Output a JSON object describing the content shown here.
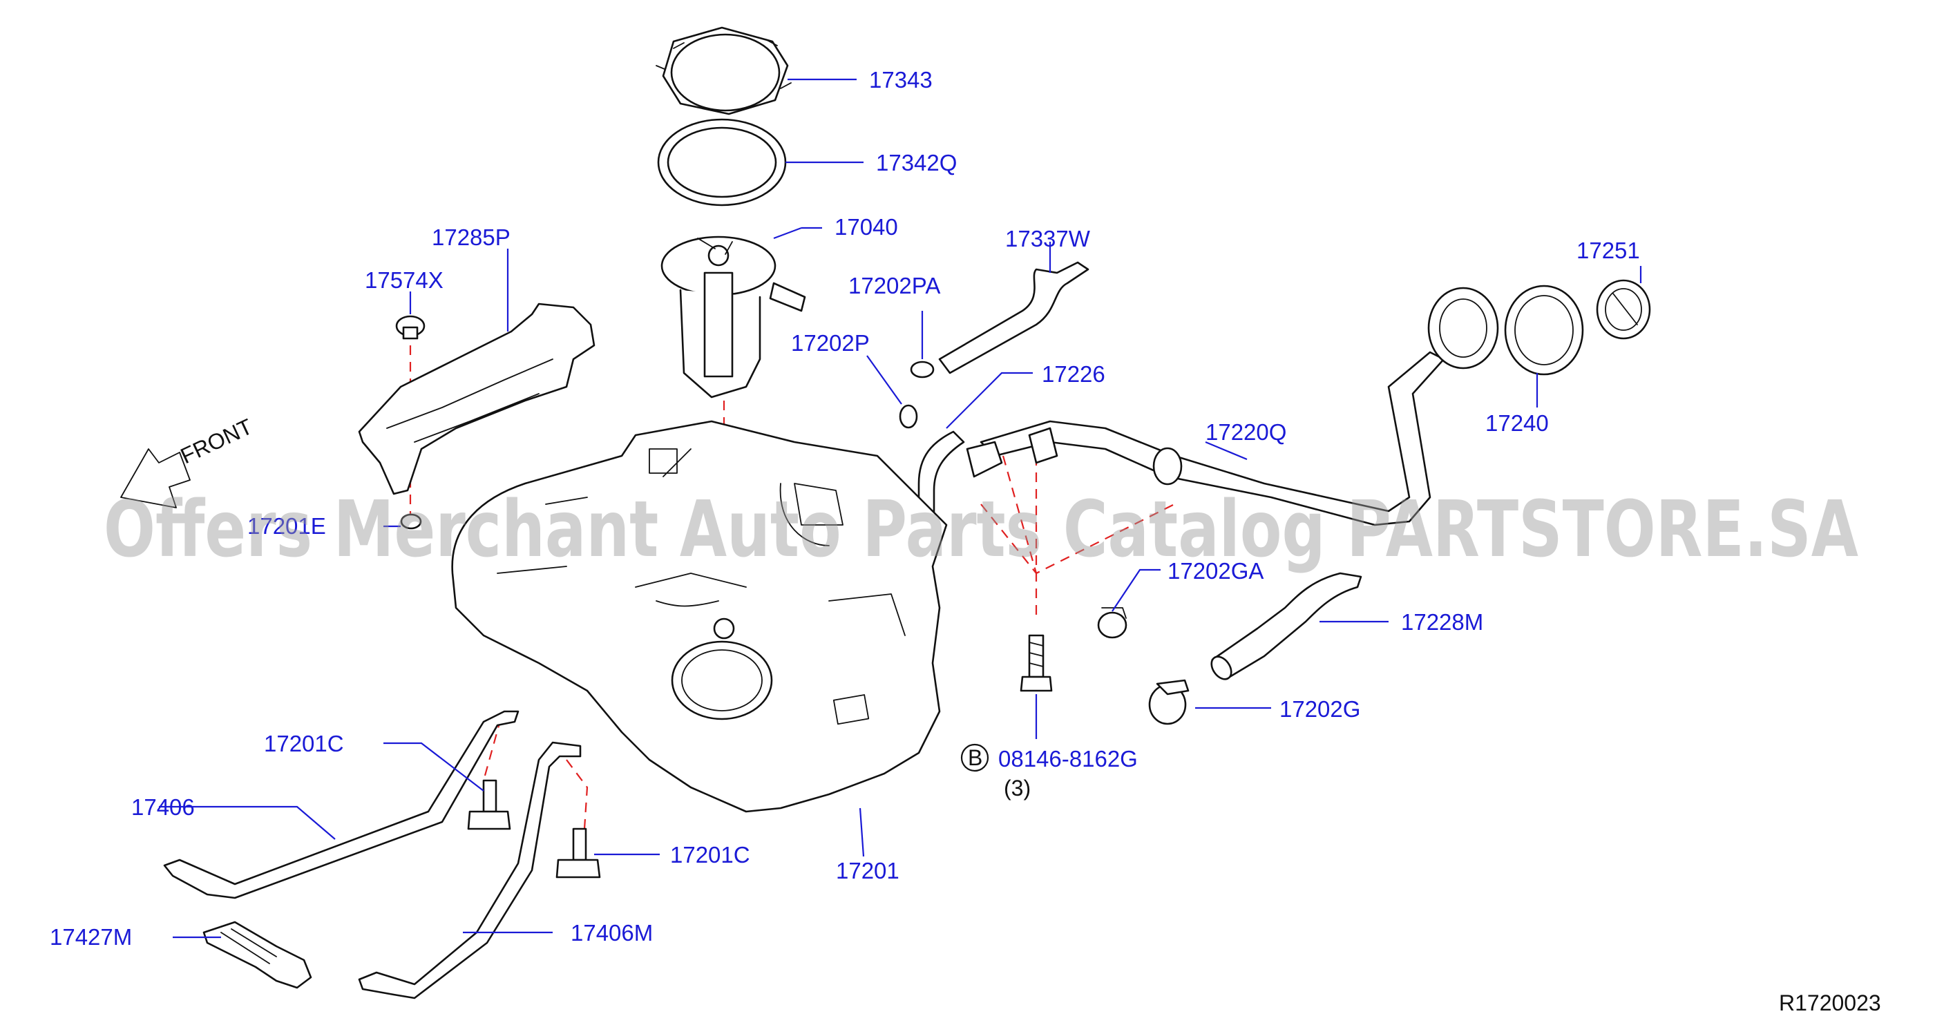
{
  "diagram": {
    "labels": {
      "p17343": "17343",
      "p17342q": "17342Q",
      "p17040": "17040",
      "p17337w": "17337W",
      "p17285p": "17285P",
      "p17574x": "17574X",
      "p17202pa": "17202PA",
      "p17202p": "17202P",
      "p17226": "17226",
      "p17251": "17251",
      "p17240": "17240",
      "p17220q": "17220Q",
      "p17201e": "17201E",
      "p17202ga": "17202GA",
      "p17228m": "17228M",
      "p17202g": "17202G",
      "p08146": "08146-8162G",
      "p08146_qty": "(3)",
      "bolt_marker": "B",
      "p17201c_a": "17201C",
      "p17406": "17406",
      "p17201c_b": "17201C",
      "p17201": "17201",
      "p17427m": "17427M",
      "p17406m": "17406M",
      "front": "FRONT",
      "ref_code": "R1720023"
    },
    "watermark": "Offers Merchant Auto Parts Catalog PARTSTORE.SA",
    "colors": {
      "label": "#1a1ad6",
      "line_art": "#111111",
      "centerline": "#e02020",
      "watermark": "#9a9a9a"
    }
  }
}
